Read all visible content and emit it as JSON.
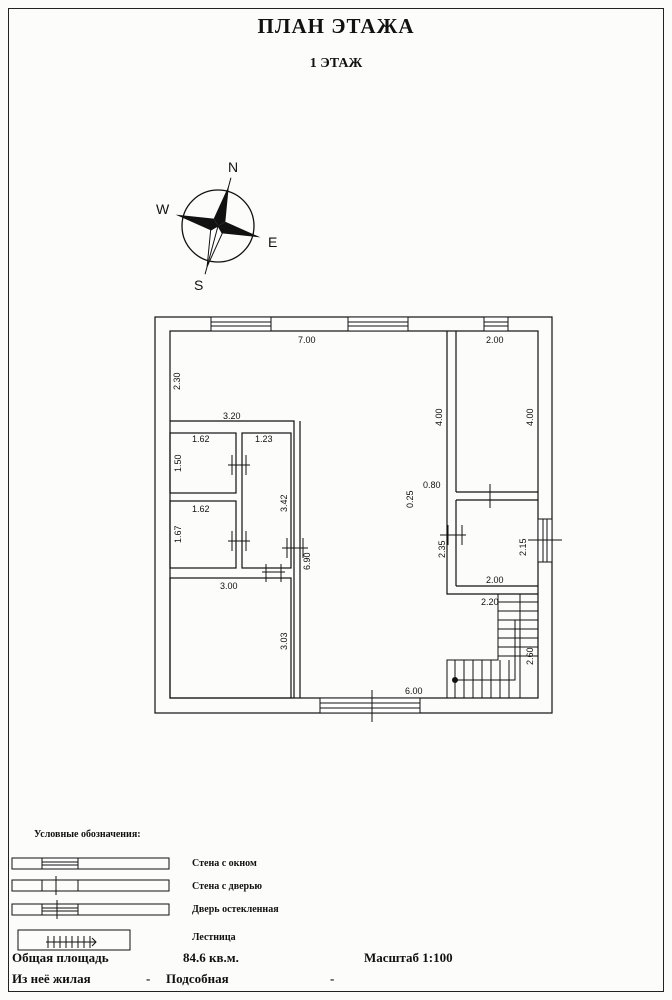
{
  "header": {
    "title": "ПЛАН ЭТАЖА",
    "floor": "1 ЭТАЖ"
  },
  "compass": {
    "north": "N",
    "south": "S",
    "east": "E",
    "west": "W"
  },
  "dimensions": {
    "d_7_00": "7.00",
    "d_2_00_top": "2.00",
    "d_2_30": "2.30",
    "d_4_00_a": "4.00",
    "d_4_00_b": "4.00",
    "d_3_20": "3.20",
    "d_1_62_a": "1.62",
    "d_1_23": "1.23",
    "d_1_50": "1.50",
    "d_3_42": "3.42",
    "d_1_62_b": "1.62",
    "d_1_67": "1.67",
    "d_0_25": "0.25",
    "d_0_80": "0.80",
    "d_2_35": "2.35",
    "d_2_15": "2.15",
    "d_6_90": "6.90",
    "d_2_00_bottom": "2.00",
    "d_3_00": "3.00",
    "d_2_20": "2.20",
    "d_3_03": "3.03",
    "d_2_60": "2.60",
    "d_6_00": "6.00"
  },
  "legend": {
    "heading": "Условные обозначения:",
    "items": [
      {
        "label": "Стена с окном"
      },
      {
        "label": "Стена с дверью"
      },
      {
        "label": "Дверь остекленная"
      },
      {
        "label": "Лестница"
      }
    ]
  },
  "footer": {
    "total_area_label": "Общая площадь",
    "total_area_value": "84.6 кв.м.",
    "scale": "Масштаб 1:100",
    "living_label": "Из неё жилая",
    "living_value": "-",
    "auxiliary_label": "Подсобная",
    "auxiliary_value": "-"
  }
}
